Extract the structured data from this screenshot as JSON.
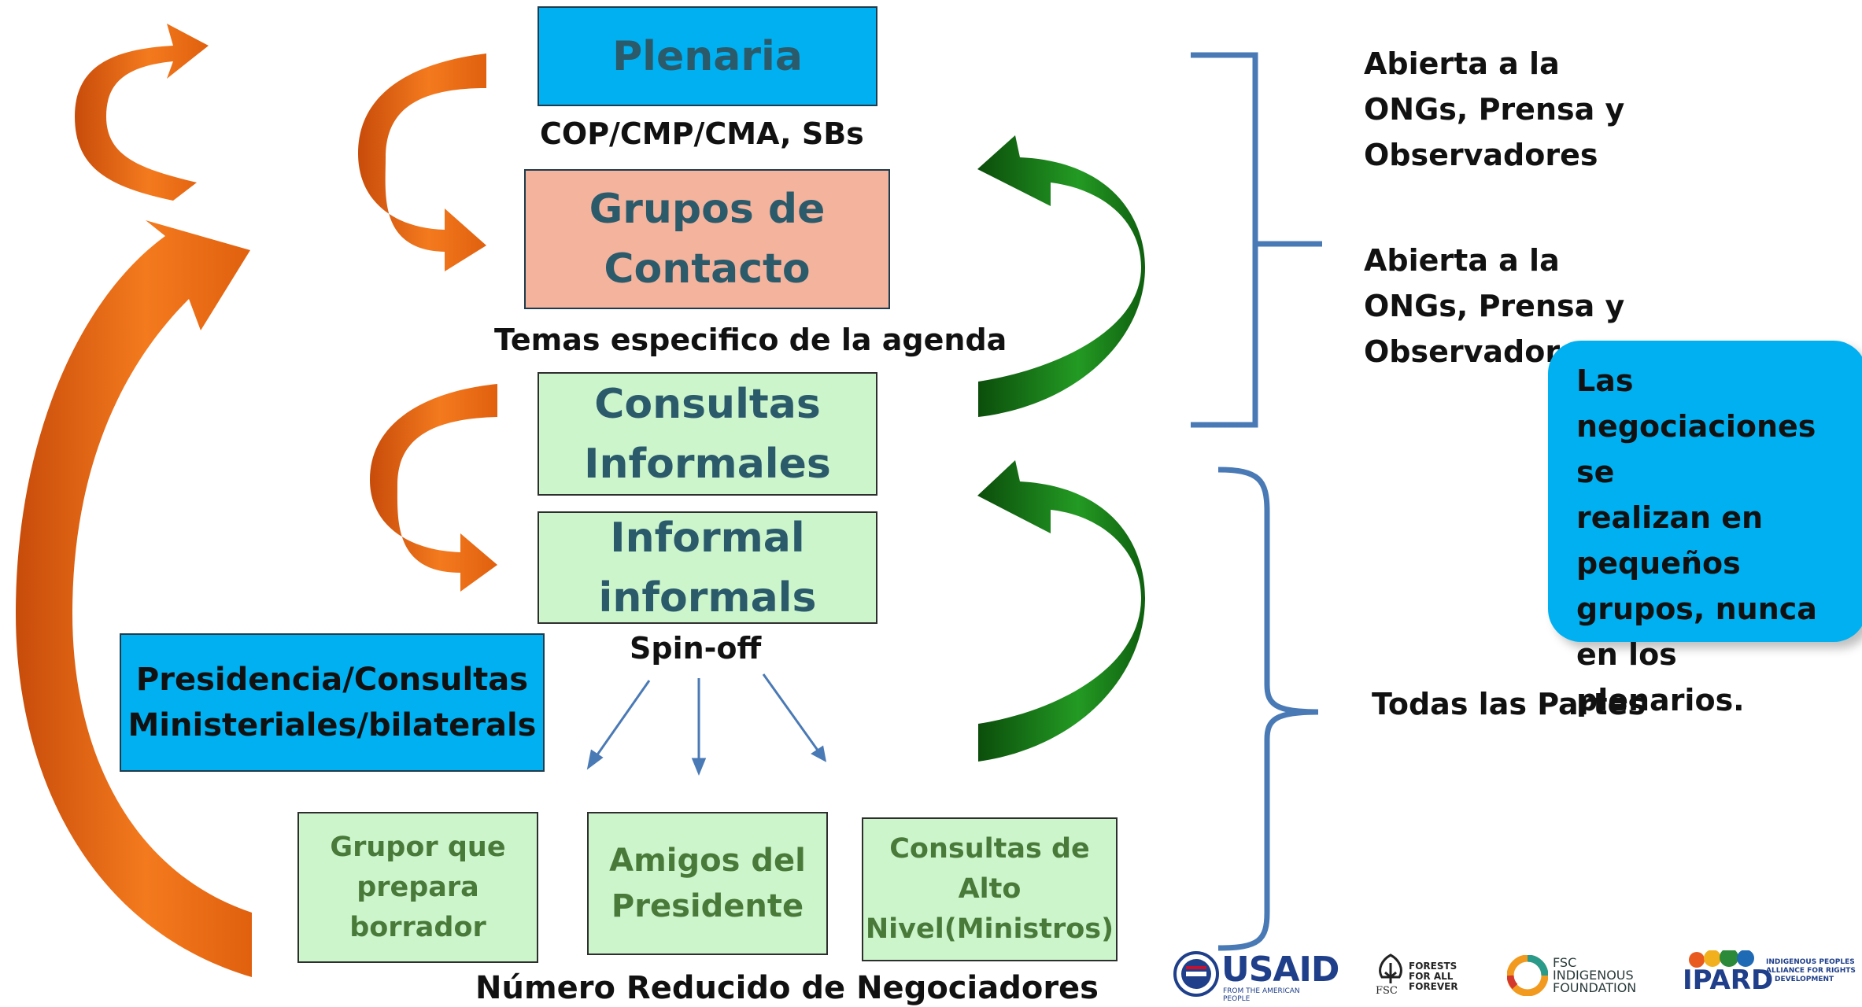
{
  "plenaria": {
    "title": "Plenaria",
    "caption": "COP/CMP/CMA, SBs"
  },
  "grupos": {
    "title_l1": "Grupos de",
    "title_l2": "Contacto",
    "caption": "Temas especifico de la agenda"
  },
  "consultas": {
    "title_l1": "Consultas",
    "title_l2": "Informales"
  },
  "informal": {
    "title_l1": "Informal",
    "title_l2": "informals",
    "caption": "Spin-off"
  },
  "presidencia": {
    "line1": "Presidencia/Consultas",
    "line2": "Ministeriales/bilaterals"
  },
  "small_groups": [
    {
      "l1": "Grupor que",
      "l2": "prepara",
      "l3": "borrador"
    },
    {
      "l1": "Amigos del",
      "l2": "Presidente"
    },
    {
      "l1": "Consultas de",
      "l2": "Alto",
      "l3": "Nivel(Ministros)"
    }
  ],
  "bottom_caption": "Número Reducido de Negociadores",
  "right_labels": {
    "open1": [
      "Abierta a la",
      "ONGs, Prensa y",
      "Observadores"
    ],
    "open2": [
      "Abierta a la",
      "ONGs, Prensa y",
      "Observadores"
    ],
    "todas": "Todas las Partes"
  },
  "callout": [
    "Las",
    "negociaciones se",
    "realizan en",
    "pequeños",
    "grupos, nunca",
    "en los plenarios."
  ],
  "logos": {
    "usaid": "USAID",
    "usaid_sub": "FROM THE AMERICAN PEOPLE",
    "fsc": "FSC",
    "fsc_tag": [
      "FORESTS",
      "FOR ALL",
      "FOREVER"
    ],
    "fscif": [
      "FSC",
      "INDIGENOUS",
      "FOUNDATION"
    ],
    "ipard": "IPARD",
    "ipard_tag": [
      "INDIGENOUS PEOPLES",
      "ALLIANCE FOR RIGHTS",
      "& DEVELOPMENT"
    ]
  },
  "colors": {
    "orange": "#f26a10",
    "green": "#1a7a1a",
    "blue_box": "#00b0f0",
    "salmon_box": "#f4b39c",
    "mint_box": "#ccf5cc",
    "bracket": "#4a7ab5"
  }
}
